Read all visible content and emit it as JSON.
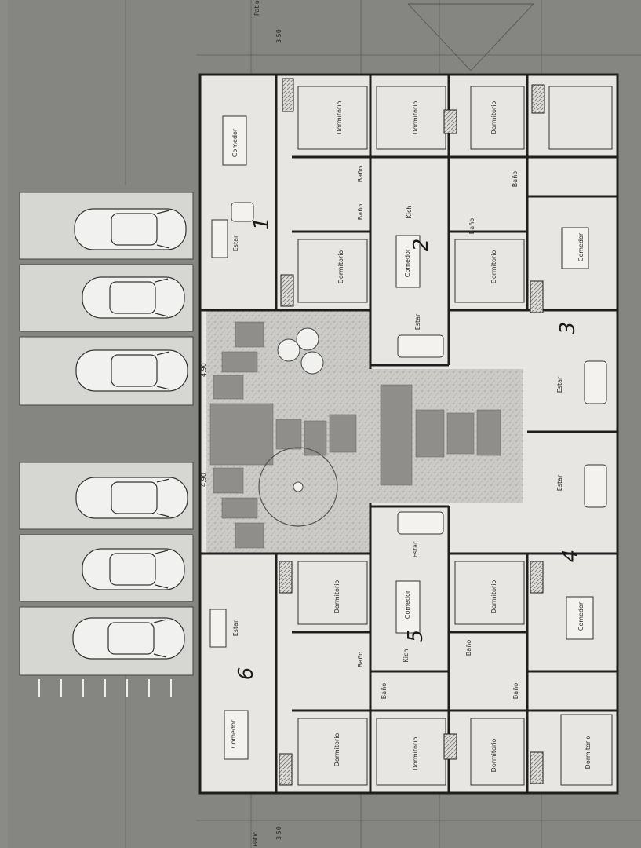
{
  "colors": {
    "background": "#7d7d7b",
    "sheet": "#e7e6e2",
    "parking_panel": "#d6d6d3",
    "courtyard": "#c9c8c4",
    "wall": "#1e1e1e",
    "stone": "#8f8e8a",
    "ink": "#2a2a2a",
    "handwriting": "#1a1a1a"
  },
  "margin_labels": {
    "patio_top": "Patio",
    "dim_top": "3.50",
    "dim_bottom": "3.50",
    "patio_bottom": "Patio",
    "court_dim_left": "4.90",
    "court_dim_right": "4.90"
  },
  "units": [
    {
      "number": "1"
    },
    {
      "number": "2"
    },
    {
      "number": "3"
    },
    {
      "number": "4"
    },
    {
      "number": "5"
    },
    {
      "number": "6"
    }
  ],
  "room_labels": [
    {
      "text": "Comedor"
    },
    {
      "text": "Estar"
    },
    {
      "text": "Dormitorio"
    },
    {
      "text": "Baño"
    },
    {
      "text": "Baño"
    },
    {
      "text": "Dormitorio"
    },
    {
      "text": "Dormitorio"
    },
    {
      "text": "Comedor"
    },
    {
      "text": "Estar"
    },
    {
      "text": "Kich"
    },
    {
      "text": "Dormitorio"
    },
    {
      "text": "Dormitorio"
    },
    {
      "text": "Baño"
    },
    {
      "text": "Baño"
    },
    {
      "text": "Comedor"
    },
    {
      "text": "Estar"
    },
    {
      "text": "Estar"
    },
    {
      "text": "Comedor"
    },
    {
      "text": "Dormitorio"
    },
    {
      "text": "Dormitorio"
    },
    {
      "text": "Baño"
    },
    {
      "text": "Baño"
    },
    {
      "text": "Estar"
    },
    {
      "text": "Comedor"
    },
    {
      "text": "Kich"
    },
    {
      "text": "Dormitorio"
    },
    {
      "text": "Dormitorio"
    },
    {
      "text": "Baño"
    },
    {
      "text": "Baño"
    },
    {
      "text": "Estar"
    },
    {
      "text": "Comedor"
    },
    {
      "text": "Dormitorio"
    },
    {
      "text": "Dormitorio"
    }
  ],
  "parking": {
    "spaces": 6
  }
}
